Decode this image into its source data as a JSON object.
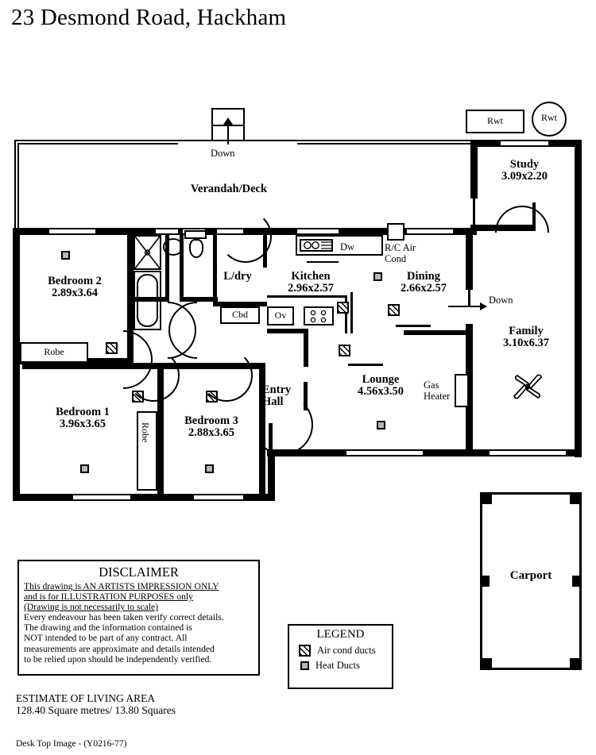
{
  "title": "23 Desmond Road, Hackham",
  "rooms": {
    "verandah": {
      "name": "Verandah/Deck"
    },
    "down_top": {
      "label": "Down"
    },
    "down_right": {
      "label": "Down"
    },
    "study": {
      "name": "Study",
      "dim": "3.09x2.20"
    },
    "bedroom2": {
      "name": "Bedroom 2",
      "dim": "2.89x3.64"
    },
    "bedroom1": {
      "name": "Bedroom 1",
      "dim": "3.96x3.65"
    },
    "bedroom3": {
      "name": "Bedroom 3",
      "dim": "2.88x3.65"
    },
    "kitchen": {
      "name": "Kitchen",
      "dim": "2.96x2.57"
    },
    "dining": {
      "name": "Dining",
      "dim": "2.66x2.57"
    },
    "lounge": {
      "name": "Lounge",
      "dim": "4.56x3.50"
    },
    "family": {
      "name": "Family",
      "dim": "3.10x6.37"
    },
    "laundry": {
      "name": "L/dry"
    },
    "entry_hall": {
      "name": "Entry",
      "name2": "Hall"
    },
    "carport": {
      "name": "Carport"
    }
  },
  "fixtures": {
    "robe_bed2": "Robe",
    "robe_bed1": "Robe",
    "cupboard": "Cbd",
    "dishwasher": "Dw",
    "oven": "Ov",
    "rc_air_cond_line1": "R/C Air",
    "rc_air_cond_line2": "Cond",
    "gas_heater_line1": "Gas",
    "gas_heater_line2": "Heater",
    "rwt_rect": "Rwt",
    "rwt_round": "Rwt"
  },
  "disclaimer": {
    "title": "DISCLAIMER",
    "lines": [
      "This drawing is AN ARTISTS IMPRESSION ONLY",
      "and is for ILLUSTRATION PURPOSES only",
      "(Drawing is not necessarily to scale)",
      "Every endeavour has been taken verify correct details.",
      "The drawing and the information contained is",
      "NOT intended to be part of any contract.  All",
      "measurements are approximate and details intended",
      "to be relied upon should be independently verified."
    ]
  },
  "legend": {
    "title": "LEGEND",
    "items": [
      {
        "label": "Air cond ducts",
        "symbol": "air-cond-duct-icon"
      },
      {
        "label": "Heat Ducts",
        "symbol": "heat-duct-icon"
      }
    ]
  },
  "estimate": {
    "line1": "ESTIMATE OF LIVING AREA",
    "line2": "128.40 Square metres/  13.80 Squares"
  },
  "footer": {
    "text": "Desk Top Image - (Y0216-77)"
  }
}
